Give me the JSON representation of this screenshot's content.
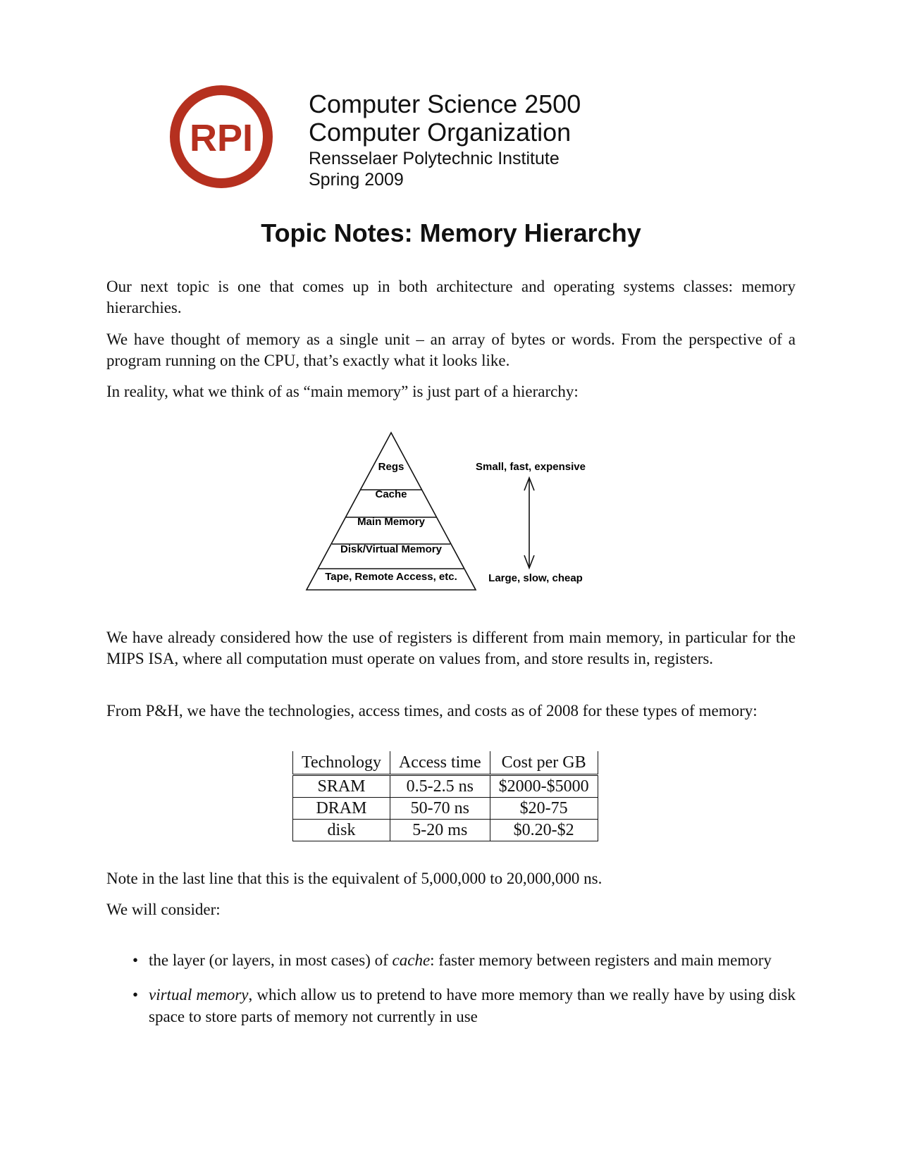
{
  "header": {
    "logo_text": "RPI",
    "logo_color": "#b5301f",
    "course_code": "Computer Science 2500",
    "course_name": "Computer Organization",
    "institution": "Rensselaer Polytechnic Institute",
    "term": "Spring 2009"
  },
  "title": "Topic Notes: Memory Hierarchy",
  "paragraphs": {
    "p1": "Our next topic is one that comes up in both architecture and operating systems classes: memory hierarchies.",
    "p2": "We have thought of memory as a single unit – an array of bytes or words. From the perspective of a program running on the CPU, that’s exactly what it looks like.",
    "p3": "In reality, what we think of as “main memory” is just part of a hierarchy:",
    "p4": "We have already considered how the use of registers is different from main memory, in particular for the MIPS ISA, where all computation must operate on values from, and store results in, registers.",
    "p5": "From P&H, we have the technologies, access times, and costs as of 2008 for these types of memory:",
    "p6": "Note in the last line that this is the equivalent of 5,000,000 to 20,000,000 ns.",
    "p7": "We will consider:"
  },
  "diagram": {
    "levels": [
      "Regs",
      "Cache",
      "Main Memory",
      "Disk/Virtual Memory",
      "Tape, Remote Access, etc."
    ],
    "top_label": "Small, fast, expensive",
    "bottom_label": "Large, slow, cheap"
  },
  "table": {
    "headers": [
      "Technology",
      "Access time",
      "Cost per GB"
    ],
    "rows": [
      [
        "SRAM",
        "0.5-2.5 ns",
        "$2000-$5000"
      ],
      [
        "DRAM",
        "50-70 ns",
        "$20-75"
      ],
      [
        "disk",
        "5-20 ms",
        "$0.20-$2"
      ]
    ]
  },
  "bullets": [
    {
      "pre": "the layer (or layers, in most cases) of ",
      "em": "cache",
      "post": ":  faster memory between registers and main memory"
    },
    {
      "pre": "",
      "em": "virtual memory",
      "post": ", which allow us to pretend to have more memory than we really have by using disk space to store parts of memory not currently in use"
    }
  ]
}
